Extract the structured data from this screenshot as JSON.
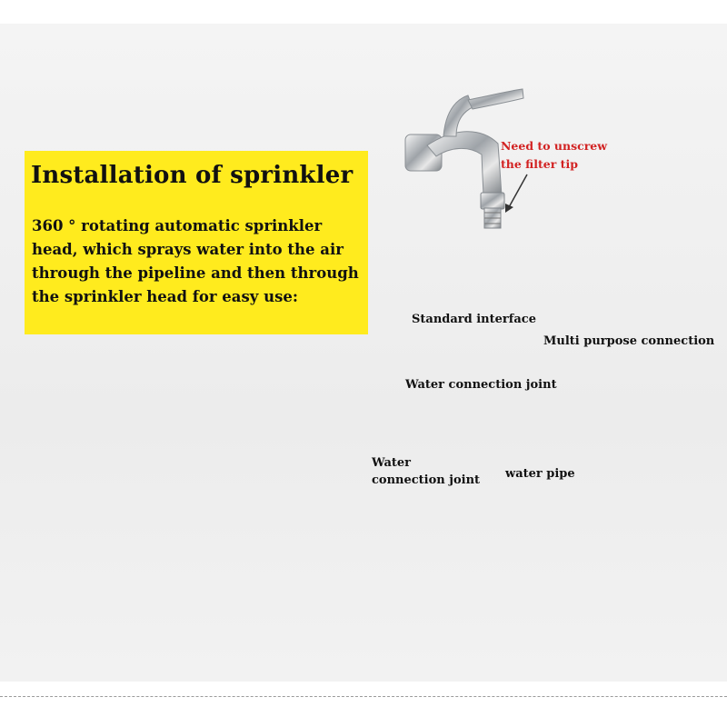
{
  "infobox": {
    "title": "Installation of sprinkler",
    "description": "360 ° rotating automatic sprinkler head, which sprays water into the air through the pipeline and then through the sprinkler head for easy use:"
  },
  "labels": {
    "note_line1": "Need to unscrew",
    "note_line2": "the filter tip",
    "standard_interface": "Standard interface",
    "multi_purpose": "Multi purpose connection",
    "joint_top": "Water connection joint",
    "joint_left_line1": "Water",
    "joint_left_line2": "connection joint",
    "water_pipe": "water pipe"
  },
  "colors": {
    "accent_yellow": "#ffeb1e",
    "note_red": "#d22222",
    "part_yellow": "#f3d400",
    "part_black": "#2a2a2a"
  }
}
